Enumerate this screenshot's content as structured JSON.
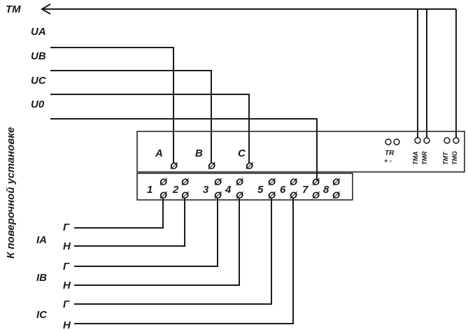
{
  "tm_label": "TM",
  "side_label": "К поверочной установке",
  "voltage_inputs": [
    "UA",
    "UB",
    "UC",
    "U0"
  ],
  "phase_terminals": [
    "A",
    "B",
    "C"
  ],
  "terminal_numbers": [
    "1",
    "2",
    "3",
    "4",
    "5",
    "6",
    "7",
    "8"
  ],
  "current_groups": [
    {
      "name": "IA",
      "start": "Г",
      "end": "Н"
    },
    {
      "name": "IB",
      "start": "Г",
      "end": "Н"
    },
    {
      "name": "IC",
      "start": "Г",
      "end": "Н"
    }
  ],
  "tr_label": "TR",
  "tr_polarity": "+ -",
  "tm_outputs": [
    "TMA",
    "TMR",
    "TMT",
    "TMG"
  ],
  "terminal_glyph": "Ø"
}
